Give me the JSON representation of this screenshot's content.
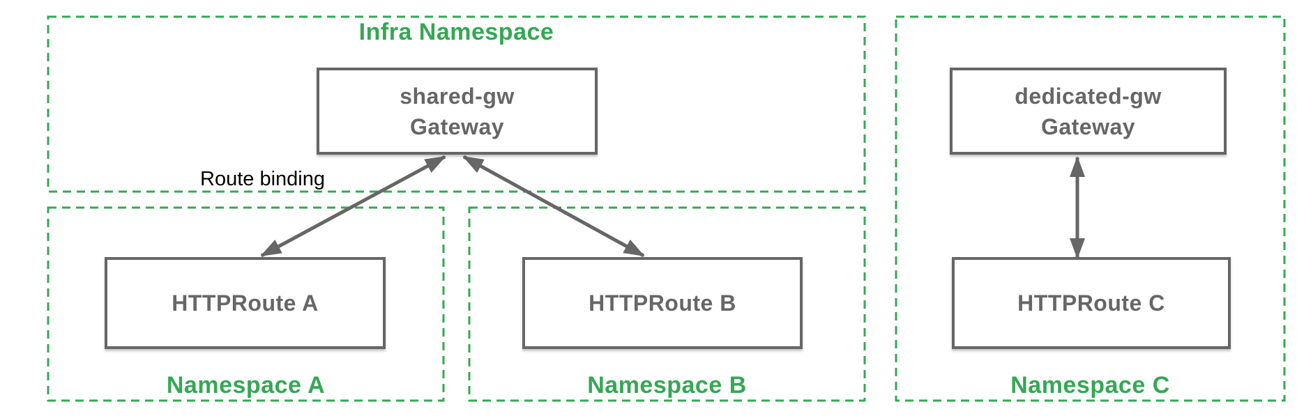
{
  "colors": {
    "green": "#34a853",
    "gray": "#666666",
    "ink": "#000000",
    "bg": "#ffffff"
  },
  "namespaces": {
    "infra": {
      "label": "Infra Namespace"
    },
    "a": {
      "label": "Namespace A"
    },
    "b": {
      "label": "Namespace B"
    },
    "c": {
      "label": "Namespace C"
    }
  },
  "nodes": {
    "shared_gateway": {
      "line1": "shared-gw",
      "line2": "Gateway"
    },
    "dedicated_gateway": {
      "line1": "dedicated-gw",
      "line2": "Gateway"
    },
    "httproute_a": {
      "label": "HTTPRoute A"
    },
    "httproute_b": {
      "label": "HTTPRoute B"
    },
    "httproute_c": {
      "label": "HTTPRoute C"
    }
  },
  "annotations": {
    "route_binding": "Route binding"
  }
}
